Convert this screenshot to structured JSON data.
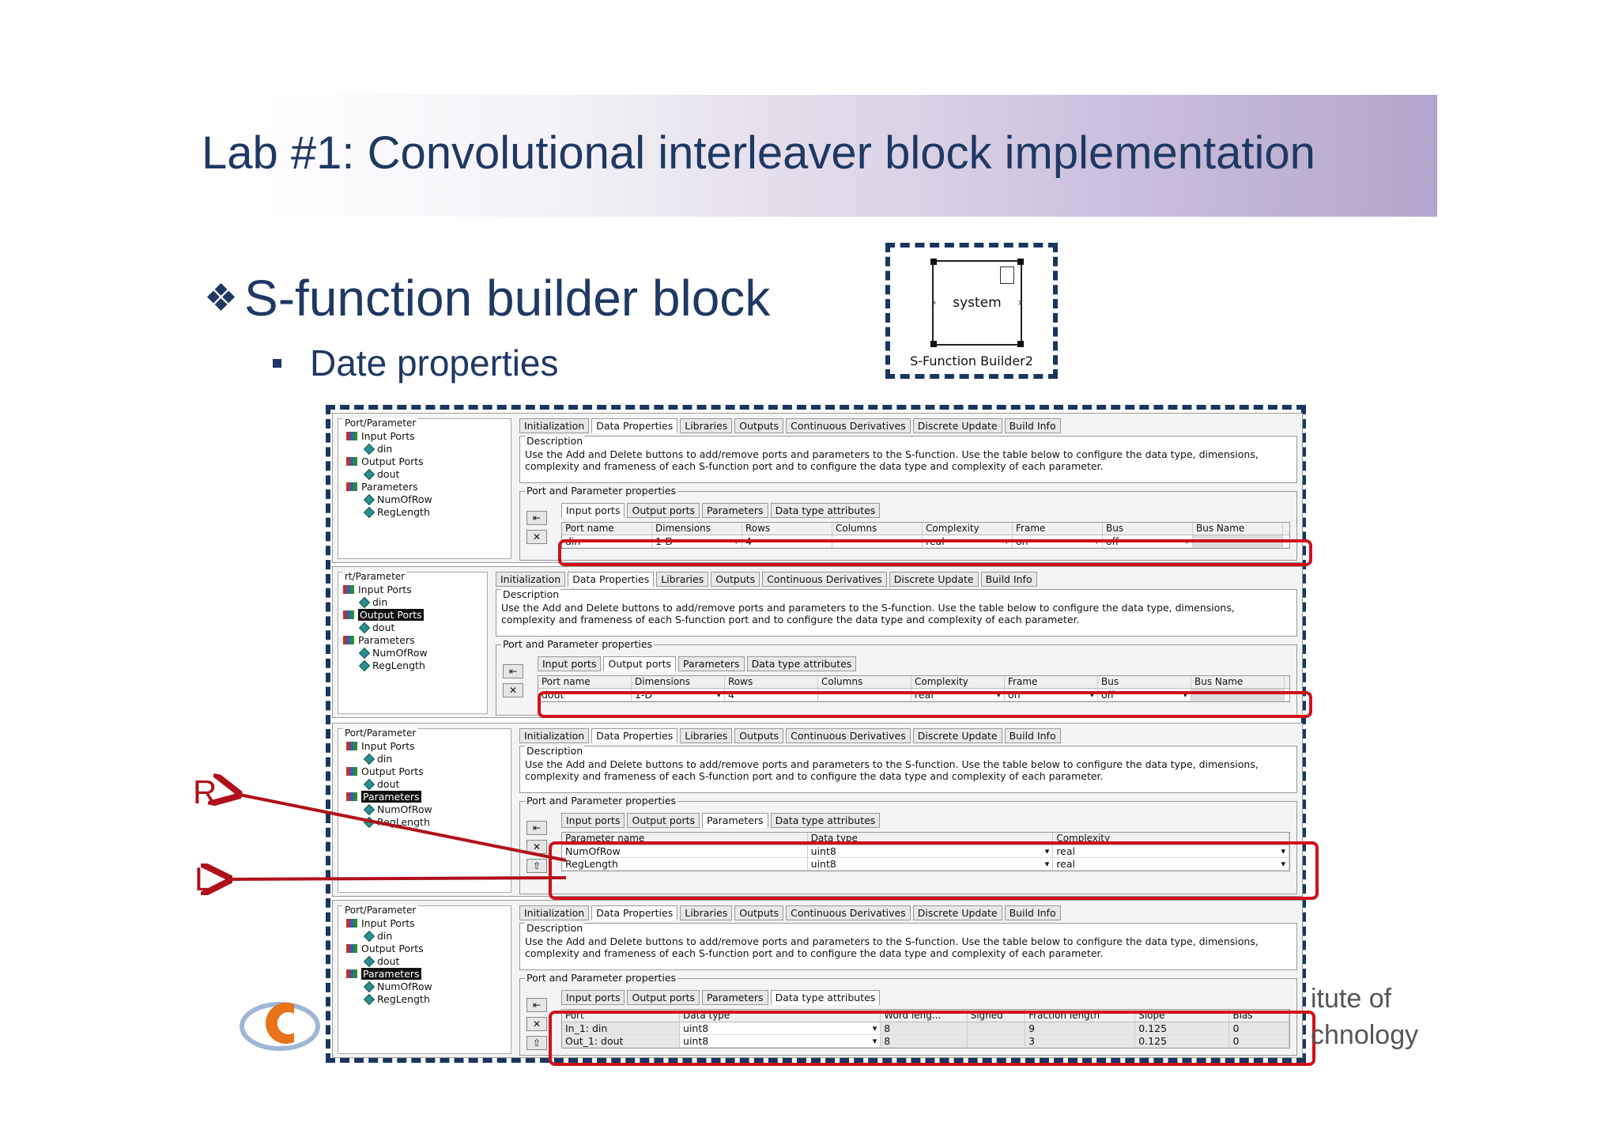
{
  "slide": {
    "title": "Lab #1: Convolutional interleaver block implementation",
    "bullet_main": "S-function builder block",
    "bullet_sub": "Date properties",
    "institute_line1": "itute of",
    "institute_line2": "chnology"
  },
  "block": {
    "label": "system",
    "caption": "S-Function Builder2"
  },
  "labels": {
    "r": "R",
    "l": "L"
  },
  "dialog": {
    "tree_title": "Port/Parameter",
    "tree_title_short": "rt/Parameter",
    "tree_input_ports": "Input Ports",
    "tree_din": "din",
    "tree_output_ports": "Output Ports",
    "tree_dout": "dout",
    "tree_parameters": "Parameters",
    "tree_numofrow": "NumOfRow",
    "tree_reglength": "RegLength",
    "tabs": [
      "Initialization",
      "Data Properties",
      "Libraries",
      "Outputs",
      "Continuous Derivatives",
      "Discrete Update",
      "Build Info"
    ],
    "description_title": "Description",
    "description_text": "Use the Add and Delete buttons to add/remove ports and parameters to the S-function. Use the table below to configure the data type, dimensions, complexity and frameness of each S-function port and to configure the data type and complexity of each parameter.",
    "pp_title": "Port and Parameter properties",
    "subtabs": [
      "Input ports",
      "Output ports",
      "Parameters",
      "Data type attributes"
    ],
    "port_headers": [
      "Port name",
      "Dimensions",
      "Rows",
      "Columns",
      "Complexity",
      "Frame",
      "Bus",
      "Bus Name"
    ],
    "input_row": [
      "din",
      "1-D",
      "4",
      "",
      "real",
      "on",
      "off",
      ""
    ],
    "output_row": [
      "dout",
      "1-D",
      "4",
      "",
      "real",
      "on",
      "off",
      ""
    ],
    "param_headers": [
      "Parameter name",
      "Data type",
      "Complexity"
    ],
    "param_rows": [
      [
        "NumOfRow",
        "uint8",
        "real"
      ],
      [
        "RegLength",
        "uint8",
        "real"
      ]
    ],
    "dt_headers": [
      "Port",
      "Data type",
      "Word leng...",
      "Signed",
      "Fraction length",
      "Slope",
      "Bias"
    ],
    "dt_rows": [
      [
        "In_1: din",
        "uint8",
        "8",
        "",
        "9",
        "0.125",
        "0"
      ],
      [
        "Out_1: dout",
        "uint8",
        "8",
        "",
        "3",
        "0.125",
        "0"
      ]
    ]
  },
  "colors": {
    "title": "#1f3864",
    "highlight": "#d0101a",
    "frame": "#1a3560"
  }
}
